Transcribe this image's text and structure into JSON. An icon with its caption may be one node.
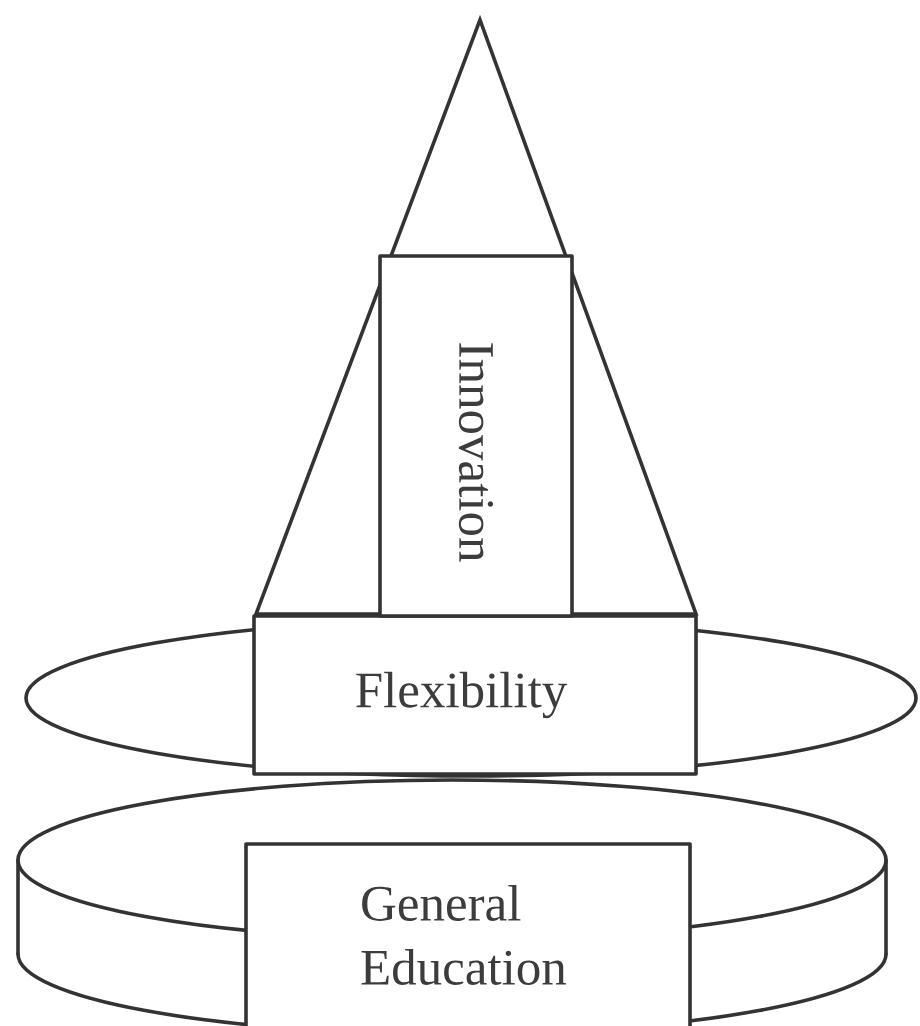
{
  "diagram": {
    "nodes": [
      {
        "text": [
          "Innovation"
        ]
      },
      {
        "text": [
          "Flexibility"
        ]
      },
      {
        "text": [
          "General Education"
        ]
      }
    ]
  }
}
